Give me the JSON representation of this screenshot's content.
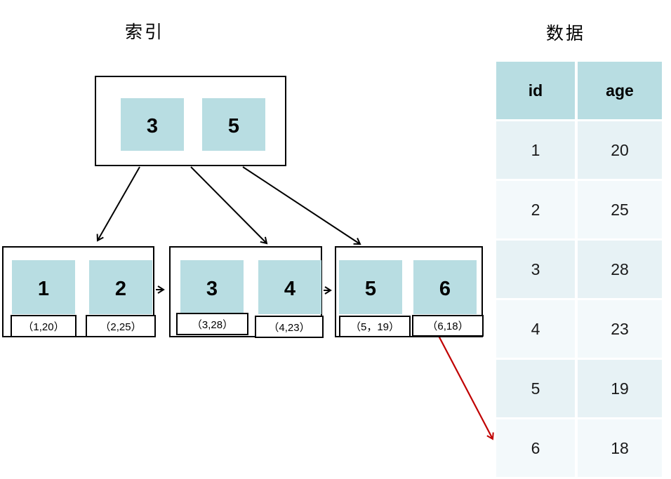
{
  "titles": {
    "index": "索引",
    "data": "数据"
  },
  "colors": {
    "cell_fill": "#b8dde2",
    "table_header_fill": "#b8dde2",
    "table_row_odd": "#e7f2f5",
    "table_row_even": "#f3f9fb",
    "arrow": "#000000",
    "arrow_red": "#c00000",
    "node_border": "#000000"
  },
  "root": {
    "keys": [
      "3",
      "5"
    ]
  },
  "leaves": [
    {
      "keys": [
        "1",
        "2"
      ],
      "tuples": [
        "（1,20）",
        "（2,25）"
      ]
    },
    {
      "keys": [
        "3",
        "4"
      ],
      "tuples": [
        "（3,28）",
        "（4,23）"
      ]
    },
    {
      "keys": [
        "5",
        "6"
      ],
      "tuples": [
        "（5，19）",
        "（6,18）"
      ]
    }
  ],
  "table": {
    "headers": [
      "id",
      "age"
    ],
    "rows": [
      [
        "1",
        "20"
      ],
      [
        "2",
        "25"
      ],
      [
        "3",
        "28"
      ],
      [
        "4",
        "23"
      ],
      [
        "5",
        "19"
      ],
      [
        "6",
        "18"
      ]
    ]
  }
}
